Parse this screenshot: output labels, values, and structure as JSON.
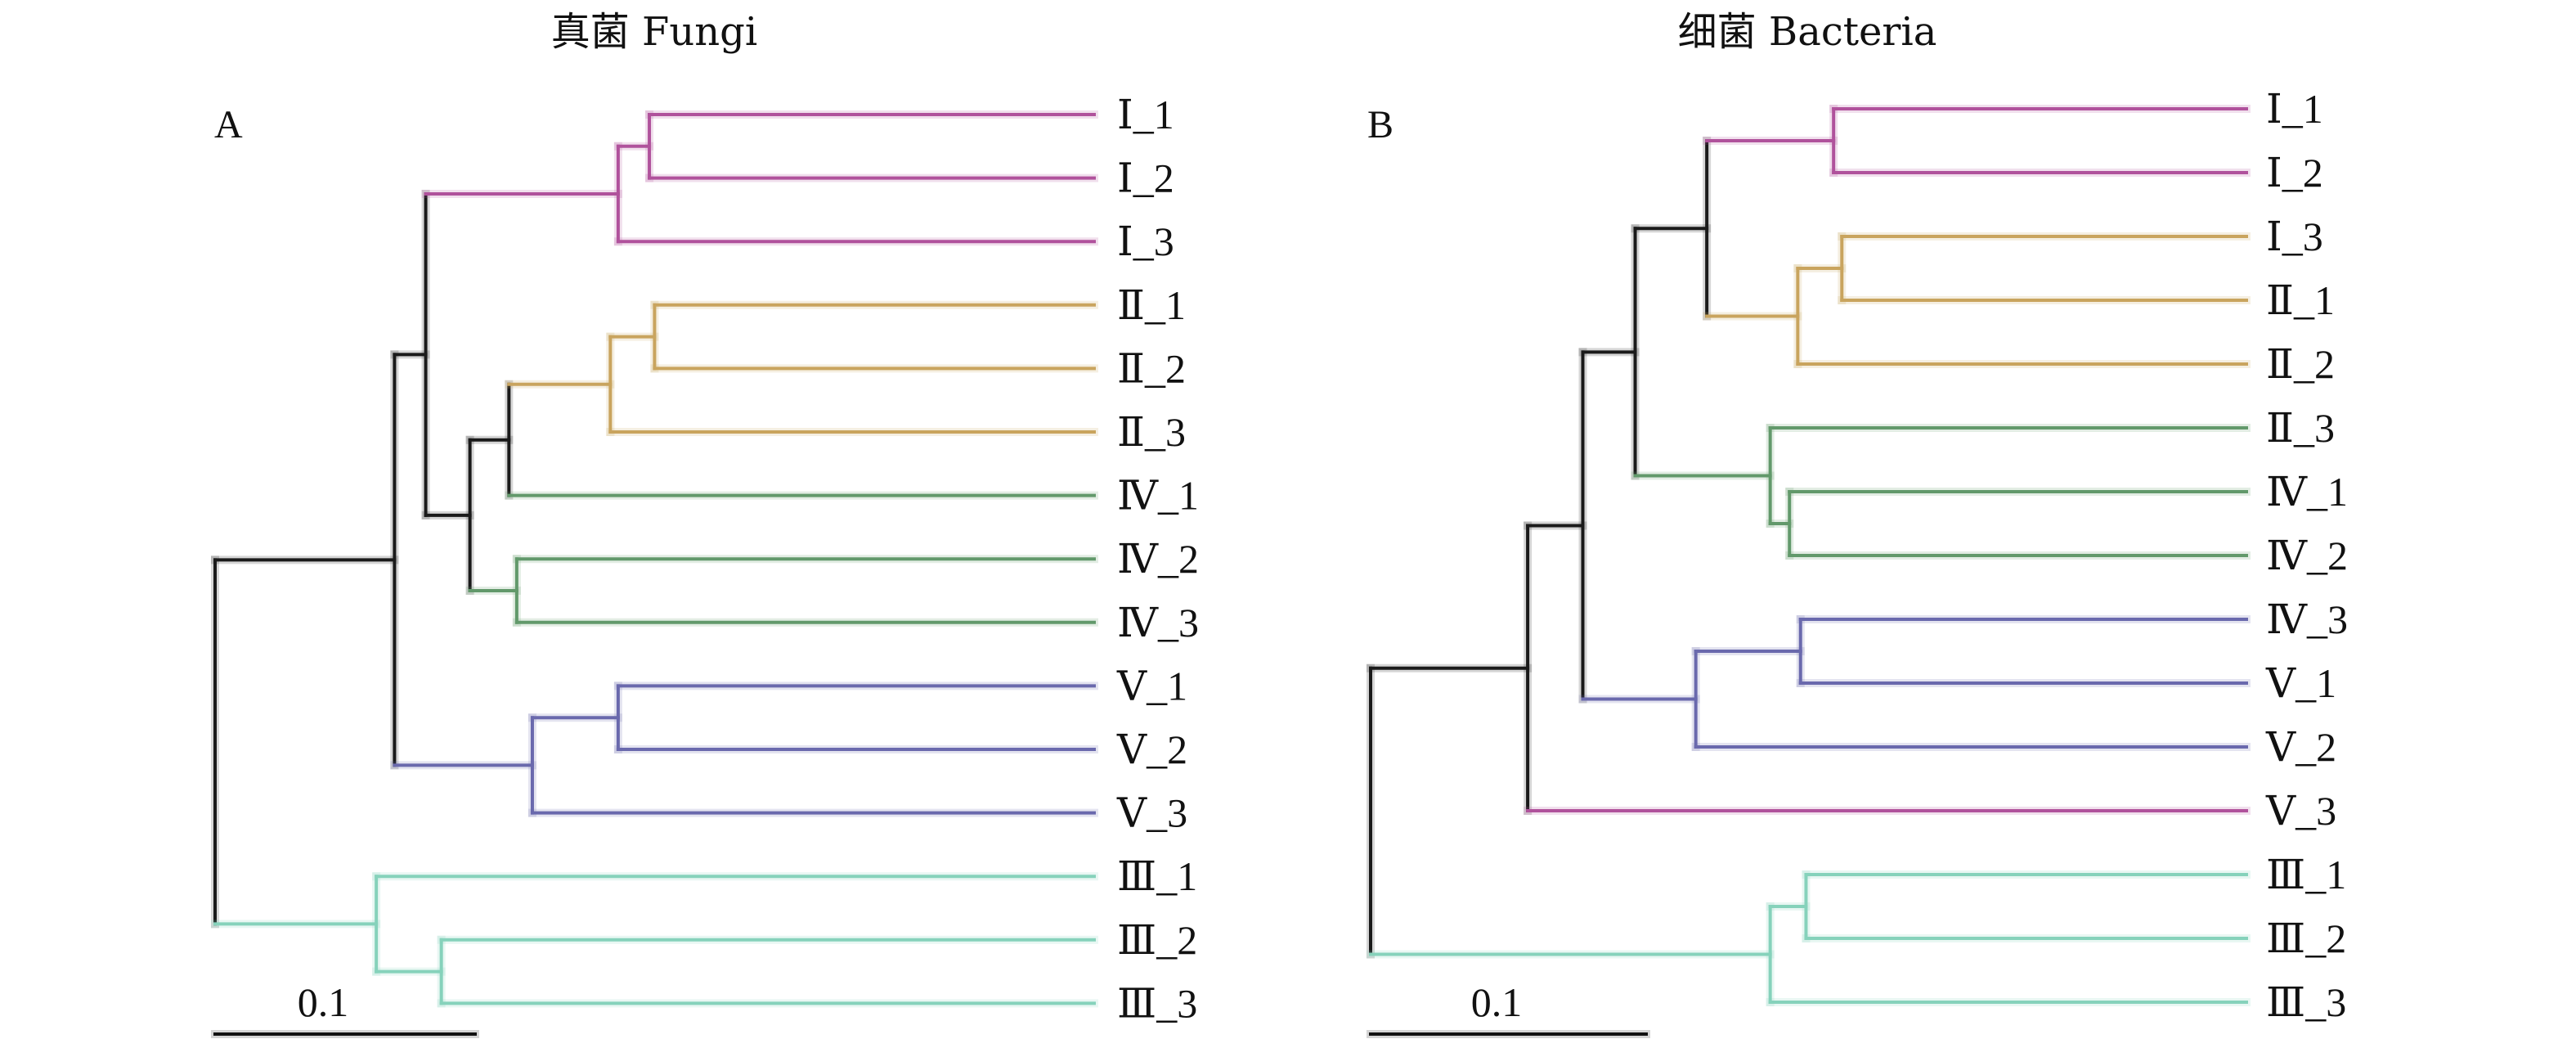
{
  "palette": {
    "black": "#1a1a1a",
    "pink": "#b0529c",
    "gold": "#c9a45e",
    "green": "#62996b",
    "purple": "#6a69ad",
    "teal": "#86d2bb"
  },
  "panels": [
    {
      "letter": "A",
      "title": "真菌 Fungi",
      "scale_label": "0.1",
      "scale_value": 0.1,
      "tree": {
        "depth": 0,
        "color": "black",
        "children": [
          {
            "depth": 0.069,
            "color": "black",
            "children": [
              {
                "depth": 0.081,
                "color": "black",
                "children": [
                  {
                    "depth": 0.155,
                    "color": "pink",
                    "children": [
                      {
                        "depth": 0.167,
                        "color": "pink",
                        "children": [
                          {
                            "label": "Ⅰ_1"
                          },
                          {
                            "label": "Ⅰ_2"
                          }
                        ]
                      },
                      {
                        "label": "Ⅰ_3"
                      }
                    ]
                  },
                  {
                    "depth": 0.098,
                    "color": "black",
                    "children": [
                      {
                        "depth": 0.113,
                        "color": "black",
                        "children": [
                          {
                            "depth": 0.152,
                            "color": "gold",
                            "children": [
                              {
                                "depth": 0.169,
                                "color": "gold",
                                "children": [
                                  {
                                    "label": "Ⅱ_1"
                                  },
                                  {
                                    "label": "Ⅱ_2"
                                  }
                                ]
                              },
                              {
                                "label": "Ⅱ_3"
                              }
                            ]
                          },
                          {
                            "label": "Ⅳ_1",
                            "color": "green"
                          }
                        ]
                      },
                      {
                        "depth": 0.116,
                        "color": "green",
                        "children": [
                          {
                            "label": "Ⅳ_2"
                          },
                          {
                            "label": "Ⅳ_3"
                          }
                        ]
                      }
                    ]
                  }
                ]
              },
              {
                "depth": 0.122,
                "color": "purple",
                "children": [
                  {
                    "depth": 0.155,
                    "color": "purple",
                    "children": [
                      {
                        "label": "Ⅴ_1"
                      },
                      {
                        "label": "Ⅴ_2"
                      }
                    ]
                  },
                  {
                    "label": "Ⅴ_3"
                  }
                ]
              }
            ]
          },
          {
            "depth": 0.062,
            "color": "teal",
            "children": [
              {
                "label": "Ⅲ_1"
              },
              {
                "depth": 0.087,
                "color": "teal",
                "children": [
                  {
                    "label": "Ⅲ_2"
                  },
                  {
                    "label": "Ⅲ_3"
                  }
                ]
              }
            ]
          }
        ]
      }
    },
    {
      "letter": "B",
      "title": "细菌 Bacteria",
      "scale_label": "0.1",
      "scale_value": 0.1,
      "tree": {
        "depth": 0,
        "color": "black",
        "children": [
          {
            "depth": 0.057,
            "color": "black",
            "children": [
              {
                "depth": 0.077,
                "color": "black",
                "children": [
                  {
                    "depth": 0.096,
                    "color": "black",
                    "children": [
                      {
                        "depth": 0.122,
                        "color": "black",
                        "children": [
                          {
                            "depth": 0.168,
                            "color": "pink",
                            "children": [
                              {
                                "label": "Ⅰ_1"
                              },
                              {
                                "label": "Ⅰ_2"
                              }
                            ]
                          },
                          {
                            "depth": 0.155,
                            "color": "gold",
                            "children": [
                              {
                                "depth": 0.171,
                                "color": "gold",
                                "children": [
                                  {
                                    "label": "Ⅰ_3"
                                  },
                                  {
                                    "label": "Ⅱ_1"
                                  }
                                ]
                              },
                              {
                                "label": "Ⅱ_2"
                              }
                            ]
                          }
                        ]
                      },
                      {
                        "depth": 0.145,
                        "color": "green",
                        "children": [
                          {
                            "label": "Ⅱ_3"
                          },
                          {
                            "depth": 0.152,
                            "color": "green",
                            "children": [
                              {
                                "label": "Ⅳ_1"
                              },
                              {
                                "label": "Ⅳ_2"
                              }
                            ]
                          }
                        ]
                      }
                    ]
                  },
                  {
                    "depth": 0.118,
                    "color": "purple",
                    "children": [
                      {
                        "depth": 0.156,
                        "color": "purple",
                        "children": [
                          {
                            "label": "Ⅳ_3"
                          },
                          {
                            "label": "Ⅴ_1"
                          }
                        ]
                      },
                      {
                        "label": "Ⅴ_2"
                      }
                    ]
                  }
                ]
              },
              {
                "label": "Ⅴ_3",
                "color": "pink"
              }
            ]
          },
          {
            "depth": 0.145,
            "color": "teal",
            "children": [
              {
                "depth": 0.158,
                "color": "teal",
                "children": [
                  {
                    "label": "Ⅲ_1"
                  },
                  {
                    "label": "Ⅲ_2"
                  }
                ]
              },
              {
                "label": "Ⅲ_3"
              }
            ]
          }
        ]
      }
    }
  ]
}
